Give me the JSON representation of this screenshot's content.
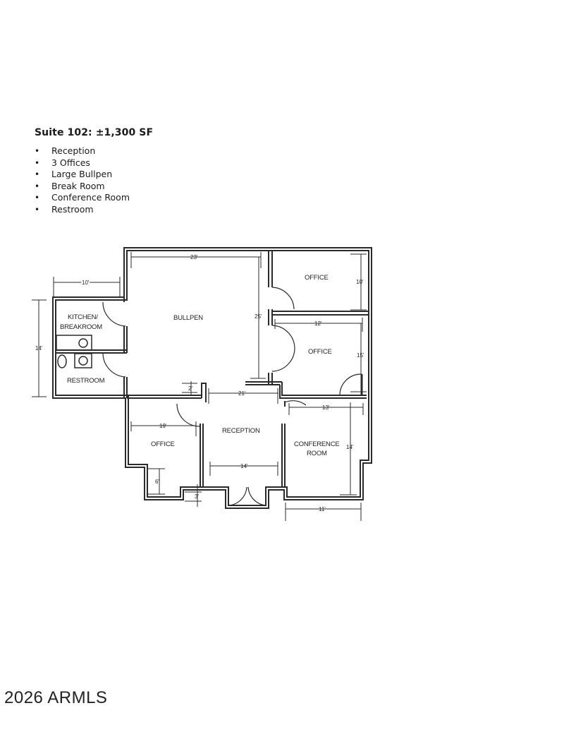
{
  "listing": {
    "title": "Suite 102: ±1,300 SF",
    "features": [
      "Reception",
      "3 Offices",
      "Large Bullpen",
      "Break Room",
      "Conference Room",
      "Restroom"
    ],
    "bullet": "•"
  },
  "floor_plan": {
    "rooms": {
      "kitchen_line1": "KITCHEN/",
      "kitchen_line2": "BREAKROOM",
      "restroom": "RESTROOM",
      "bullpen": "BULLPEN",
      "office_top_right": "OFFICE",
      "office_mid_right": "OFFICE",
      "office_bottom_left": "OFFICE",
      "reception": "RECEPTION",
      "conference_line1": "CONFERENCE",
      "conference_line2": "ROOM"
    },
    "dimensions": {
      "kitchen_width": "10'",
      "west_height": "14'",
      "bullpen_width": "23'",
      "bullpen_depth": "25'",
      "office_top_depth": "10'",
      "office_mid_width": "12'",
      "office_mid_depth": "15'",
      "step_2": "2'",
      "reception_top": "21'",
      "office_bl_width": "19'",
      "office_bl_step": "6'",
      "entry_step": "3'",
      "reception_bottom": "14'",
      "conference_width_top": "13'",
      "conference_depth": "14'",
      "conference_width_bottom": "11'"
    }
  },
  "footer": {
    "copyright": "2026 ARMLS"
  }
}
